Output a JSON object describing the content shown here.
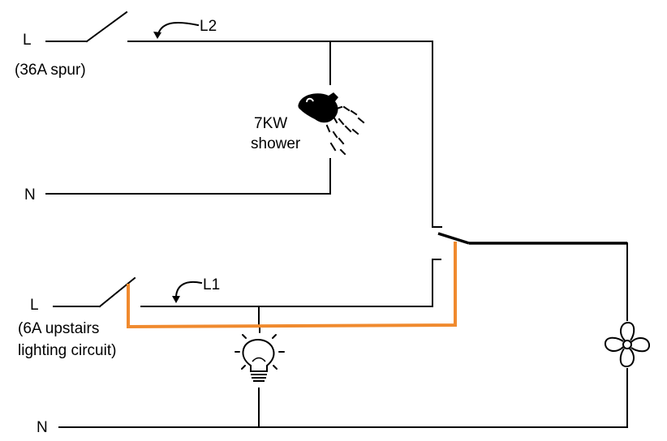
{
  "diagram": {
    "top_circuit": {
      "live_label": "L",
      "live_note": "(36A spur)",
      "switched_live_label": "L2",
      "neutral_label": "N",
      "load_label_line1": "7KW",
      "load_label_line2": "shower"
    },
    "bottom_circuit": {
      "live_label": "L",
      "live_note_line1": "(6A upstairs",
      "live_note_line2": "lighting circuit)",
      "switched_live_label": "L1",
      "neutral_label": "N"
    },
    "colors": {
      "wire": "#000000",
      "added_link": "#f08a2e"
    },
    "icons": [
      "shower-icon",
      "light-bulb-icon",
      "fan-icon"
    ]
  }
}
